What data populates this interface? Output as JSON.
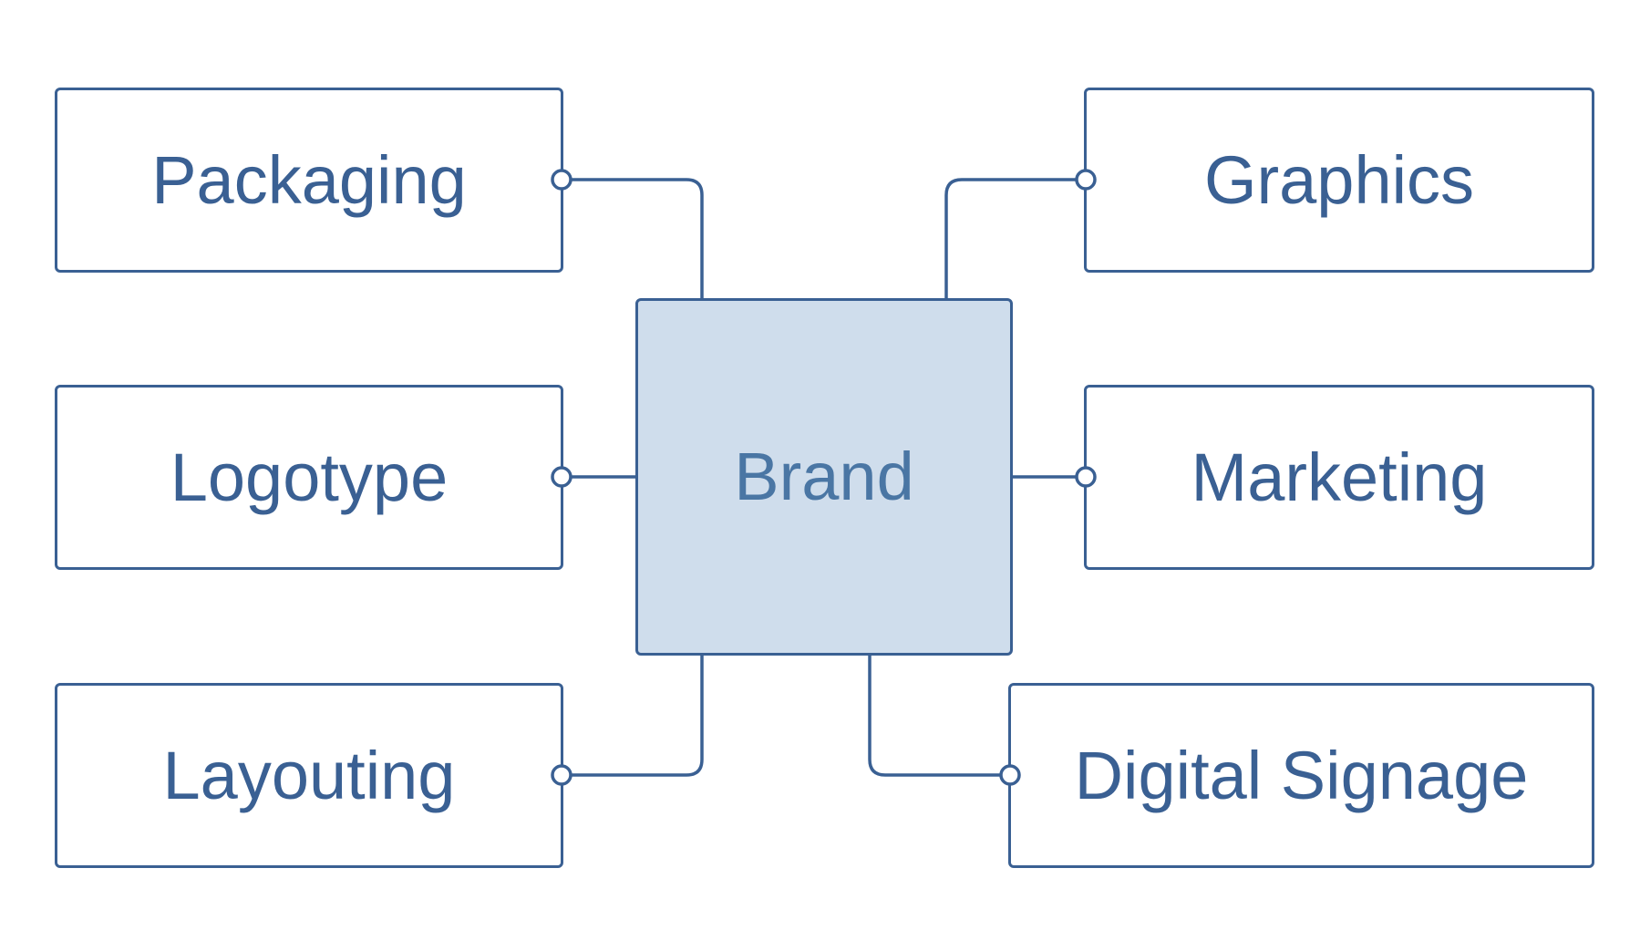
{
  "diagram": {
    "center": {
      "label": "Brand"
    },
    "left": [
      {
        "label": "Packaging"
      },
      {
        "label": "Logotype"
      },
      {
        "label": "Layouting"
      }
    ],
    "right": [
      {
        "label": "Graphics"
      },
      {
        "label": "Marketing"
      },
      {
        "label": "Digital Signage"
      }
    ]
  },
  "colors": {
    "stroke": "#3A6093",
    "center_fill": "#CFDDEC",
    "center_text": "#4A76A4",
    "text": "#3A6093",
    "background": "#FFFFFF"
  }
}
